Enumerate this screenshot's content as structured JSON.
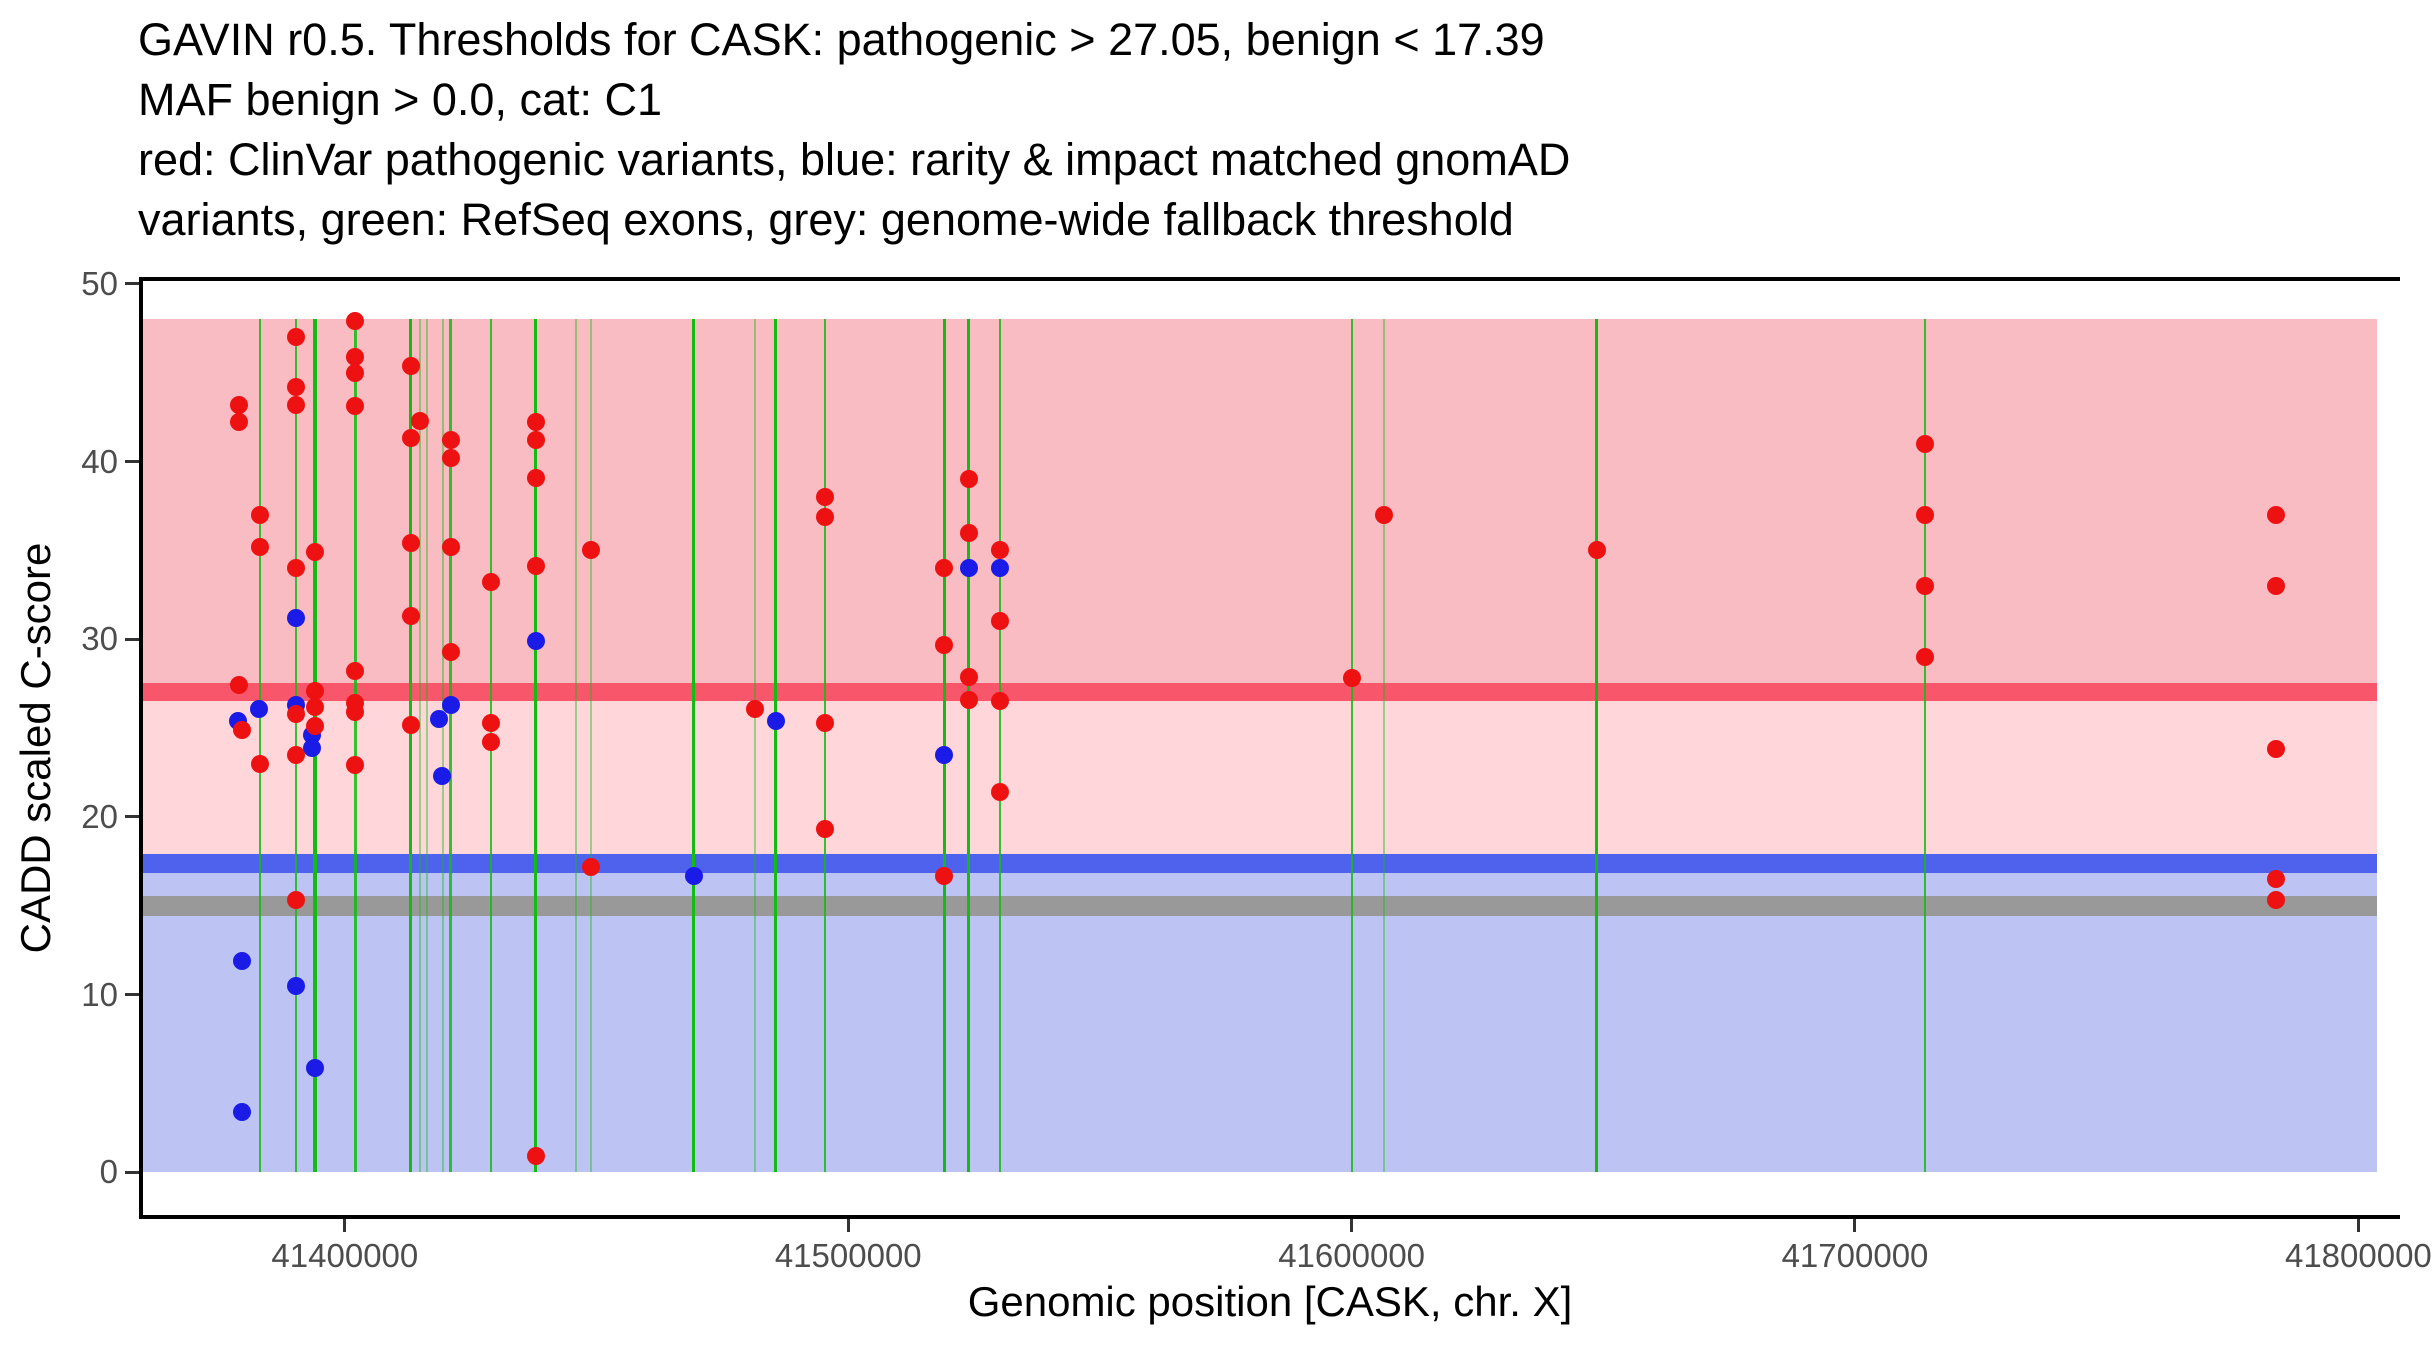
{
  "title": {
    "text": "GAVIN r0.5. Thresholds for CASK: pathogenic > 27.05, benign < 17.39\nMAF benign > 0.0, cat: C1\nred: ClinVar pathogenic variants, blue: rarity & impact matched gnomAD\nvariants, green: RefSeq exons, grey: genome-wide fallback threshold"
  },
  "colors": {
    "pathogenic_band": "#F9BCC2",
    "intermediate_band": "#FFD7DB",
    "benign_band": "#BDC4F4",
    "pathogenic_line": "#F8566B",
    "benign_line": "#4E62ED",
    "fallback_line": "#999999",
    "exon_line": "#12BC12",
    "clinvar_point": "#EE1111",
    "gnomad_point": "#1B1BE8",
    "axis_text": "#4D4D4D",
    "axis_line": "#000000"
  },
  "chart_data": {
    "type": "scatter",
    "title": "GAVIN r0.5. Thresholds for CASK: pathogenic > 27.05, benign < 17.39 MAF benign > 0.0, cat: C1",
    "xlabel": "Genomic position [CASK, chr. X]",
    "ylabel": "CADD scaled C-score",
    "xlim": [
      41359900,
      41803700
    ],
    "ylim": [
      -2.4,
      50.16
    ],
    "x_ticks": [
      41400000,
      41500000,
      41600000,
      41700000,
      41800000
    ],
    "x_tick_labels": [
      "41400000",
      "41500000",
      "41600000",
      "41700000",
      "41800000"
    ],
    "y_ticks": [
      0,
      10,
      20,
      30,
      40,
      50
    ],
    "y_tick_labels": [
      "0",
      "10",
      "20",
      "30",
      "40",
      "50"
    ],
    "grid": false,
    "legend_position": "none",
    "thresholds": {
      "gavin_version": "r0.5",
      "gene": "CASK",
      "pathogenic_gt": 27.05,
      "benign_lt": 17.39,
      "maf_benign_gt": 0.0,
      "category": "C1",
      "genome_wide_fallback": 15.0
    },
    "bands": [
      {
        "name": "pathogenic-region",
        "from": 27.05,
        "to": 48.0,
        "color_key": "pathogenic_band"
      },
      {
        "name": "intermediate-region",
        "from": 17.39,
        "to": 27.05,
        "color_key": "intermediate_band"
      },
      {
        "name": "benign-region",
        "from": 0.03,
        "to": 17.39,
        "color_key": "benign_band"
      }
    ],
    "threshold_lines": [
      {
        "name": "pathogenic-threshold-line",
        "value": 27.05,
        "half_width": 0.5,
        "color_key": "pathogenic_line"
      },
      {
        "name": "benign-threshold-line",
        "value": 17.39,
        "half_width": 0.53,
        "color_key": "benign_line"
      },
      {
        "name": "genome-wide-fallback-line",
        "value": 15.0,
        "half_width": 0.56,
        "color_key": "fallback_line"
      }
    ],
    "exons": [
      {
        "pos": 41383100,
        "weight": "normal"
      },
      {
        "pos": 41390300,
        "weight": "normal"
      },
      {
        "pos": 41394100,
        "weight": "bold"
      },
      {
        "pos": 41402100,
        "weight": "normal"
      },
      {
        "pos": 41413100,
        "weight": "bold"
      },
      {
        "pos": 41414900,
        "weight": "faint"
      },
      {
        "pos": 41416300,
        "weight": "faint"
      },
      {
        "pos": 41419500,
        "weight": "faint"
      },
      {
        "pos": 41421000,
        "weight": "normal"
      },
      {
        "pos": 41429100,
        "weight": "normal"
      },
      {
        "pos": 41437900,
        "weight": "bold"
      },
      {
        "pos": 41446000,
        "weight": "faint"
      },
      {
        "pos": 41448900,
        "weight": "faint"
      },
      {
        "pos": 41469300,
        "weight": "bold"
      },
      {
        "pos": 41481400,
        "weight": "faint"
      },
      {
        "pos": 41485600,
        "weight": "bold"
      },
      {
        "pos": 41495400,
        "weight": "normal"
      },
      {
        "pos": 41519100,
        "weight": "bold"
      },
      {
        "pos": 41523900,
        "weight": "bold"
      },
      {
        "pos": 41530100,
        "weight": "normal"
      },
      {
        "pos": 41600000,
        "weight": "normal"
      },
      {
        "pos": 41606400,
        "weight": "faint"
      },
      {
        "pos": 41648700,
        "weight": "bold"
      },
      {
        "pos": 41713900,
        "weight": "normal"
      }
    ],
    "series": [
      {
        "name": "ClinVar pathogenic variants",
        "color_key": "clinvar_point",
        "points": [
          [
            41379000,
            43.2
          ],
          [
            41379000,
            42.2
          ],
          [
            41378900,
            27.4
          ],
          [
            41379500,
            24.9
          ],
          [
            41383100,
            37.0
          ],
          [
            41383100,
            35.2
          ],
          [
            41383100,
            23.0
          ],
          [
            41390300,
            47.0
          ],
          [
            41390300,
            44.2
          ],
          [
            41390300,
            43.2
          ],
          [
            41390300,
            34.0
          ],
          [
            41390300,
            25.8
          ],
          [
            41390300,
            23.5
          ],
          [
            41390300,
            15.3
          ],
          [
            41394100,
            34.9
          ],
          [
            41394100,
            27.1
          ],
          [
            41394100,
            26.2
          ],
          [
            41394100,
            25.1
          ],
          [
            41402100,
            47.9
          ],
          [
            41402100,
            45.9
          ],
          [
            41402100,
            45.0
          ],
          [
            41402100,
            43.1
          ],
          [
            41402100,
            28.2
          ],
          [
            41402100,
            26.4
          ],
          [
            41402100,
            25.9
          ],
          [
            41402100,
            22.9
          ],
          [
            41413100,
            45.4
          ],
          [
            41414900,
            42.3
          ],
          [
            41413100,
            41.3
          ],
          [
            41413100,
            35.4
          ],
          [
            41413100,
            31.3
          ],
          [
            41413100,
            25.2
          ],
          [
            41421000,
            41.2
          ],
          [
            41421000,
            40.2
          ],
          [
            41421000,
            35.2
          ],
          [
            41421000,
            29.3
          ],
          [
            41429100,
            33.2
          ],
          [
            41429100,
            25.3
          ],
          [
            41429100,
            24.2
          ],
          [
            41437900,
            42.2
          ],
          [
            41437900,
            41.2
          ],
          [
            41437900,
            39.1
          ],
          [
            41437900,
            34.1
          ],
          [
            41437900,
            0.9
          ],
          [
            41448900,
            35.0
          ],
          [
            41448900,
            17.2
          ],
          [
            41481400,
            26.1
          ],
          [
            41495400,
            38.0
          ],
          [
            41495400,
            36.9
          ],
          [
            41495400,
            25.3
          ],
          [
            41495400,
            19.3
          ],
          [
            41519100,
            34.0
          ],
          [
            41519100,
            29.7
          ],
          [
            41519100,
            16.7
          ],
          [
            41523900,
            39.0
          ],
          [
            41523900,
            36.0
          ],
          [
            41523900,
            27.9
          ],
          [
            41523900,
            26.6
          ],
          [
            41530100,
            35.0
          ],
          [
            41530100,
            31.0
          ],
          [
            41530100,
            26.5
          ],
          [
            41530100,
            21.4
          ],
          [
            41600000,
            27.8
          ],
          [
            41606400,
            37.0
          ],
          [
            41648700,
            35.0
          ],
          [
            41713900,
            41.0
          ],
          [
            41713900,
            37.0
          ],
          [
            41713900,
            33.0
          ],
          [
            41713900,
            29.0
          ],
          [
            41783600,
            37.0
          ],
          [
            41783600,
            33.0
          ],
          [
            41783600,
            23.8
          ],
          [
            41783600,
            16.5
          ],
          [
            41783600,
            15.3
          ]
        ]
      },
      {
        "name": "rarity & impact matched gnomAD variants",
        "color_key": "gnomad_point",
        "points": [
          [
            41378700,
            25.4
          ],
          [
            41379600,
            11.9
          ],
          [
            41379600,
            3.4
          ],
          [
            41382900,
            26.1
          ],
          [
            41390300,
            31.2
          ],
          [
            41390300,
            26.3
          ],
          [
            41390300,
            10.5
          ],
          [
            41393400,
            24.6
          ],
          [
            41393500,
            23.9
          ],
          [
            41394100,
            5.9
          ],
          [
            41418800,
            25.5
          ],
          [
            41421000,
            26.3
          ],
          [
            41419300,
            22.3
          ],
          [
            41437900,
            29.9
          ],
          [
            41469300,
            16.7
          ],
          [
            41485600,
            25.4
          ],
          [
            41519100,
            23.5
          ],
          [
            41523900,
            34.0
          ],
          [
            41530100,
            34.0
          ]
        ]
      }
    ]
  },
  "layout_text": {
    "note": ""
  }
}
